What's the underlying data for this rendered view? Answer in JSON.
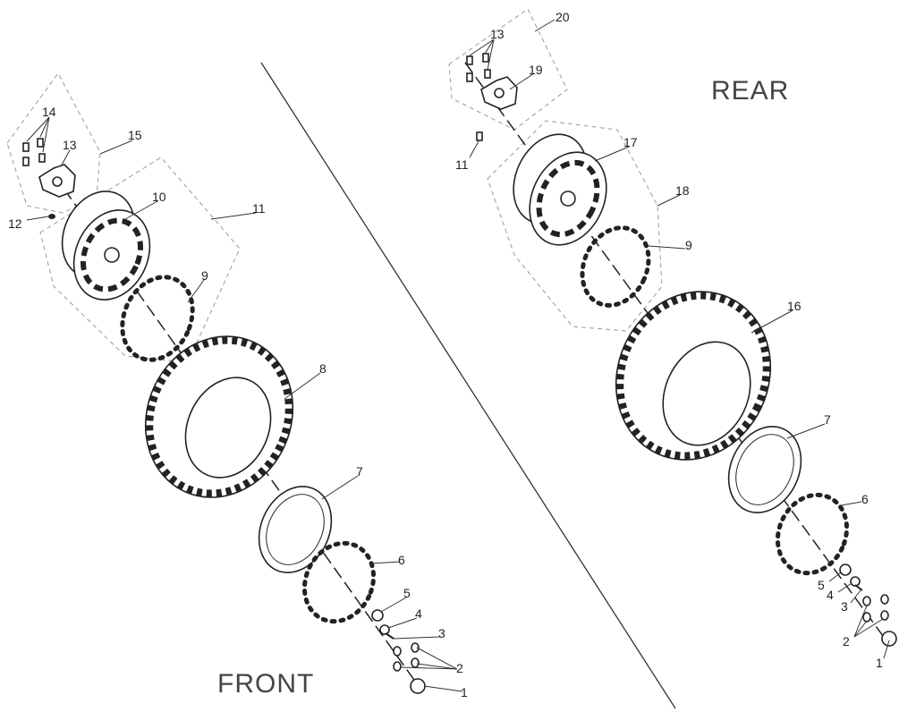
{
  "titles": {
    "front": "FRONT",
    "rear": "REAR"
  },
  "front_labels": {
    "p14": "14",
    "p13": "13",
    "p15": "15",
    "p10": "10",
    "p11": "11",
    "p12": "12",
    "p9": "9",
    "p8": "8",
    "p7": "7",
    "p6": "6",
    "p5": "5",
    "p4": "4",
    "p3": "3",
    "p2": "2",
    "p1": "1"
  },
  "rear_labels": {
    "p20": "20",
    "p13": "13",
    "p19": "19",
    "p11": "11",
    "p17": "17",
    "p18": "18",
    "p9": "9",
    "p16": "16",
    "p7": "7",
    "p6": "6",
    "p5": "5",
    "p4": "4",
    "p3": "3",
    "p2": "2",
    "p1": "1"
  }
}
